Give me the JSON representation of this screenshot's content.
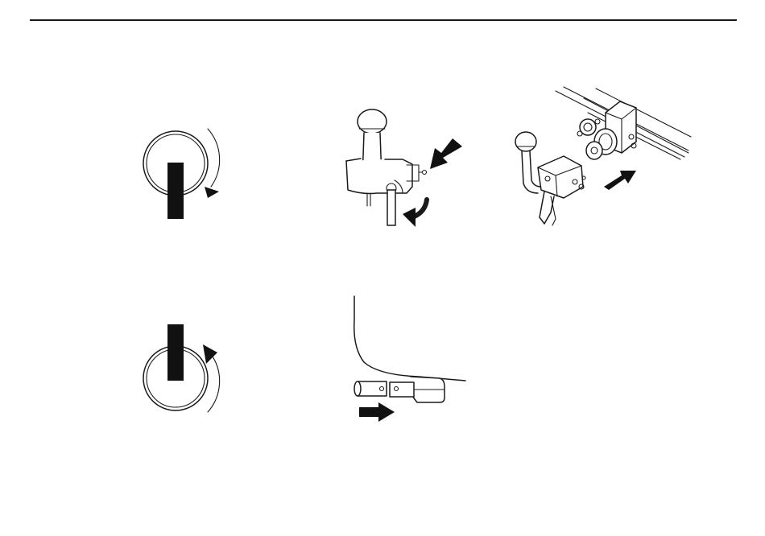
{
  "page": {
    "rule_color": "#1a1a1a",
    "ink_color": "#111111"
  },
  "figures": [
    {
      "id": "fig-1",
      "icon": "key-unlocked-position-icon"
    },
    {
      "id": "fig-2",
      "icon": "tow-ball-lever-release-icon"
    },
    {
      "id": "fig-3",
      "icon": "tow-ball-removal-icon"
    },
    {
      "id": "fig-4",
      "icon": "key-locked-position-icon"
    },
    {
      "id": "fig-5",
      "icon": "receiver-cover-insert-icon"
    }
  ]
}
